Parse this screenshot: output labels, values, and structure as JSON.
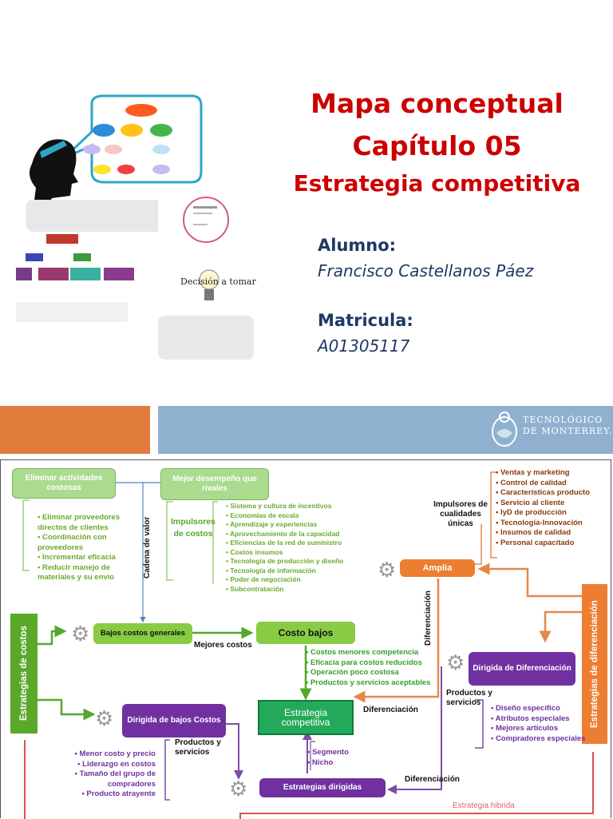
{
  "slide": {
    "title_line1": "Mapa conceptual",
    "title_line2": "Capítulo 05",
    "title_line3": "Estrategia competitiva",
    "student_label": "Alumno:",
    "student_name": "Francisco  Castellanos Páez",
    "id_label": "Matricula:",
    "id_value": "A01305117",
    "decision_text": "Decisión a tomar",
    "logo_line1": "TECNOLÓGICO",
    "logo_line2": "DE MONTERREY."
  },
  "map": {
    "eliminar": "Eliminar actividades costosas",
    "mejor": "Mejor desempeño que rivales",
    "eliminar_items": [
      "Eliminar proveedores directos de clientes",
      "Coordinación con proveedores",
      "Incrementar eficacia",
      "Reducir manejo de materiales y su envío"
    ],
    "cadena": "Cadena de valor",
    "impulsores_costos": "Impulsores de costos",
    "costos_items": [
      "Sistema y cultura de incentivos",
      "Economías de escala",
      "Aprendizaje y experiencias",
      "Aprovechamiento de la capacidad",
      "Eficiencias de la red de suministro",
      "Costos insumos",
      "Tecnología de producción y diseño",
      "Tecnología de información",
      "Poder de negociación",
      "Subcontratación"
    ],
    "impulsores_unicos": "Impulsores de cualidades únicas",
    "unicos_items": [
      "Ventas y marketing",
      "Control de calidad",
      "Características producto",
      "Servicio al cliente",
      "IyD de producción",
      "Tecnología-Innovación",
      "Insumos de calidad",
      "Personal capacitado"
    ],
    "amplia": "Amplia",
    "diferenciacion_v": "Diferenciación",
    "estrategias_costos": "Estrategias de costos",
    "estrategias_diferenciacion": "Estrategias de diferenciación",
    "bajos_costos": "Bajos costos generales",
    "costo_bajos": "Costo bajos",
    "mejores_costos": "Mejores costos",
    "costo_items": [
      "Costos menores competencia",
      "Eficacia para costos reducidos",
      "Operación poco costosa",
      "Productos y servicios aceptables"
    ],
    "dirigida_dif": "Dirigida de Diferenciación",
    "productos_servicios_1": "Productos y servicios",
    "dif_items": [
      "Diseño específico",
      "Atributos especiales",
      "Mejores artículos",
      "Compradores especiales"
    ],
    "dirigida_bajos": "Dirigida de bajos Costos",
    "productos_servicios_2": "Productos y servicios",
    "bajos_items": [
      "Menor costo y precio",
      "Liderazgo en costos",
      "Tamaño del grupo de compradores",
      "Producto atrayente"
    ],
    "estrategia_competitiva": "Estrategia competitiva",
    "diferenciacion_h1": "Diferenciación",
    "segmento_items": [
      "Segmento",
      "Nicho"
    ],
    "estrategias_dirigidas": "Estrategias dirigidas",
    "diferenciacion_h2": "Diferenciación",
    "estrategia_hibrida": "Estrategia hibrida"
  }
}
